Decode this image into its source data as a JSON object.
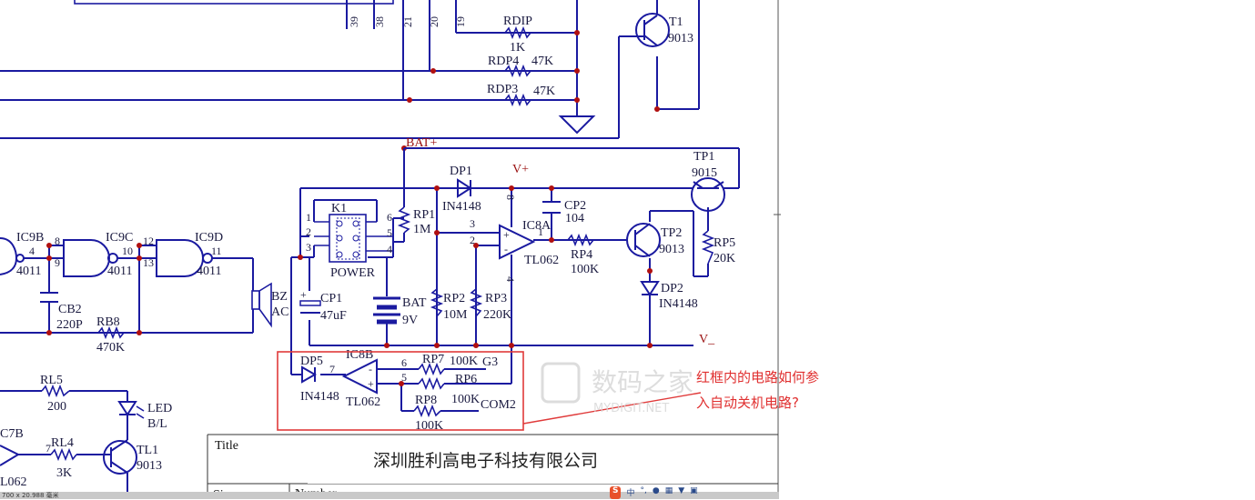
{
  "labels": {
    "pin39": "39",
    "pin38": "38",
    "pin21": "21",
    "pin20": "20",
    "pin19": "19",
    "rdip": "RDIP",
    "rdip_val": "1K",
    "rdp4": "RDP4",
    "rdp4_val": "47K",
    "rdp3": "RDP3",
    "rdp3_val": "47K",
    "t1": "T1",
    "t1_val": "9013",
    "bat_plus": "BAT+",
    "dp1": "DP1",
    "dp1_val": "IN4148",
    "vplus": "V+",
    "tp1": "TP1",
    "tp1_val": "9015",
    "cp2": "CP2",
    "cp2_val": "104",
    "k1": "K1",
    "power": "POWER",
    "k_pin1": "1",
    "k_pin2": "2",
    "k_pin3": "3",
    "k_pin4": "4",
    "k_pin5": "5",
    "k_pin6": "6",
    "rp1": "RP1",
    "rp1_val": "1M",
    "op_pin3": "3",
    "op_pin2": "2",
    "op_pin8": "8",
    "op_pin4": "4",
    "op_pin1": "1",
    "ic8a": "IC8A",
    "tl062a": "TL062",
    "rp4": "RP4",
    "rp4_val": "100K",
    "tp2": "TP2",
    "tp2_val": "9013",
    "rp5": "RP5",
    "rp5_val": "20K",
    "dp2": "DP2",
    "dp2_val": "IN4148",
    "ic9b": "IC9B",
    "ic9b_pin": "4",
    "ic9b_val": "4011",
    "ic9c": "IC9C",
    "ic9c_pin8": "8",
    "ic9c_pin9": "9",
    "ic9c_pin10": "10",
    "ic9c_val": "4011",
    "ic9d": "IC9D",
    "ic9d_pin12": "12",
    "ic9d_pin13": "13",
    "ic9d_pin11": "11",
    "ic9d_val": "4011",
    "bz": "BZ",
    "ac": "AC",
    "cb2": "CB2",
    "cb2_val": "220P",
    "rb8": "RB8",
    "rb8_val": "470K",
    "cp1": "CP1",
    "cp1_val": "47uF",
    "bat": "BAT",
    "bat_val": "9V",
    "rp2": "RP2",
    "rp2_val": "10M",
    "rp3": "RP3",
    "rp3_val": "220K",
    "vminus": "V_",
    "dp5": "DP5",
    "dp5_val": "IN4148",
    "ic8b": "IC8B",
    "tl062b": "TL062",
    "ic8b_pin6": "6",
    "ic8b_pin5": "5",
    "ic8b_pin7": "7",
    "rp7": "RP7",
    "rp7_val": "100K",
    "g3": "G3",
    "rp6": "RP6",
    "rp6_val": "100K",
    "rp8": "RP8",
    "rp8_val": "100K",
    "com2": "COM2",
    "rl5": "RL5",
    "rl5_val": "200",
    "led": "LED",
    "led_val": "B/L",
    "rl4": "RL4",
    "rl4_pin": "7",
    "rl4_val": "3K",
    "tl1": "TL1",
    "tl1_val": "9013",
    "c7b": "C7B",
    "l062": "L062"
  },
  "annotation": {
    "line1": "红框内的电路如何参",
    "line2": "入自动关机电路?"
  },
  "watermark": {
    "main": "数码之家",
    "sub": "MYDIGIT.NET"
  },
  "title_block": {
    "title_label": "Title",
    "company": "深圳胜利高电子科技有限公司",
    "size_label": "Size",
    "number_label": "Number"
  },
  "status_bar": {
    "coords": "700 x 20.988 毫米"
  },
  "colors": {
    "wire": "#1a1aa0",
    "junction": "#b01010",
    "highlight_box": "#e03a3a",
    "annotation_text": "#e03030"
  }
}
